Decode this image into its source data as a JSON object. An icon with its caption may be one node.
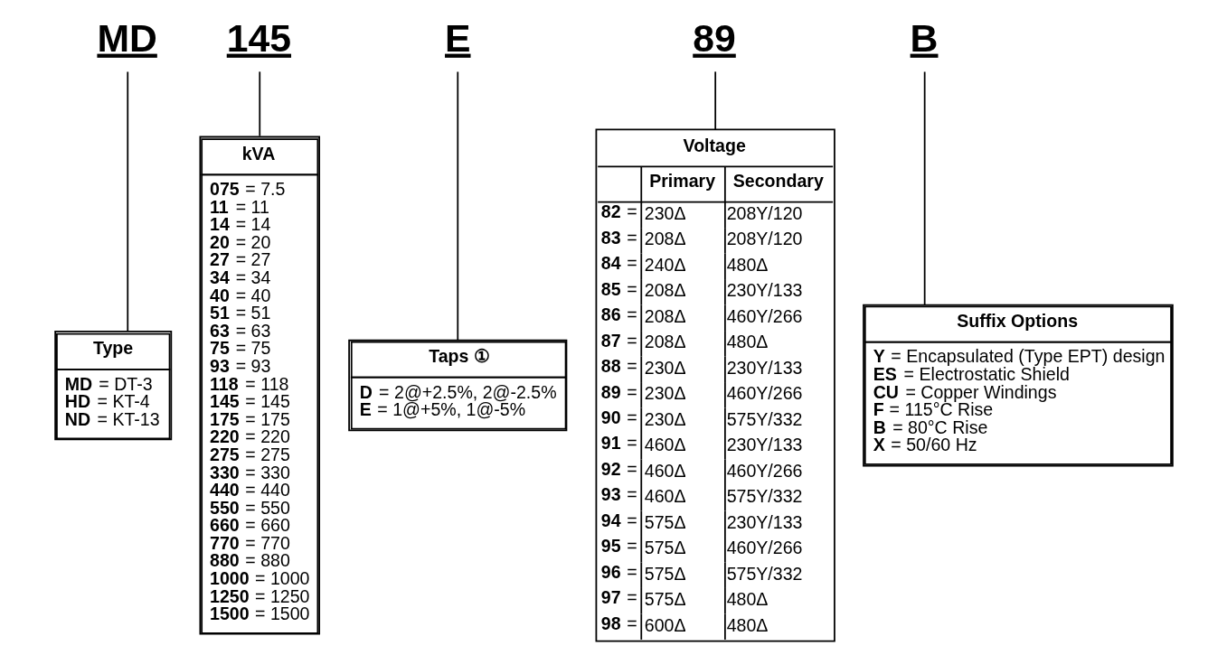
{
  "diagram": {
    "nodes": [
      {
        "text": [
          "MD"
        ]
      },
      {
        "text": [
          "145"
        ]
      },
      {
        "text": [
          "E"
        ]
      },
      {
        "text": [
          "89"
        ]
      },
      {
        "text": [
          "B"
        ]
      },
      {
        "text": [
          "Type",
          "**MD** = DT-3",
          "**HD** = KT-4",
          "**ND** = KT-13"
        ]
      },
      {
        "text": [
          "kVA",
          "**075** = 7.5",
          "**11** = 11",
          "**14** = 14",
          "**20** = 20",
          "**27** = 27",
          "**34** = 34",
          "**40** = 40",
          "**51** = 51",
          "**63** = 63",
          "**75** = 75",
          "**93** = 93",
          "**118** = 118",
          "**145** = 145",
          "**175** = 175",
          "**220** = 220",
          "**275** = 275",
          "**330** = 330",
          "**440** = 440",
          "**550** = 550",
          "**660** = 660",
          "**770** = 770",
          "**880** = 880",
          "**1000** = 1000",
          "**1250** = 1250",
          "**1500** = 1500"
        ]
      },
      {
        "text": [
          "Taps ①",
          "**D** = 2@+2.5%, 2@-2.5%",
          "**E** = 1@+5%, 1@-5%"
        ]
      },
      {
        "text": [
          "Voltage",
          "Primary",
          "Secondary",
          "**82** =",
          "230Δ",
          "208Y/120",
          "**83** =",
          "208Δ",
          "208Y/120",
          "**84** =",
          "240Δ",
          "480Δ",
          "**85** =",
          "208Δ",
          "230Y/133",
          "**86** =",
          "208Δ",
          "460Y/266",
          "**87** =",
          "208Δ",
          "480Δ",
          "**88** =",
          "230Δ",
          "230Y/133",
          "**89** =",
          "230Δ",
          "460Y/266",
          "**90** =",
          "230Δ",
          "575Y/332",
          "**91** =",
          "460Δ",
          "230Y/133",
          "**92** =",
          "460Δ",
          "460Y/266",
          "**93** =",
          "460Δ",
          "575Y/332",
          "**94** =",
          "575Δ",
          "230Y/133",
          "**95** =",
          "575Δ",
          "460Y/266",
          "**96** =",
          "575Δ",
          "575Y/332",
          "**97** =",
          "575Δ",
          "480Δ",
          "**98** =",
          "600Δ",
          "480Δ"
        ]
      },
      {
        "text": [
          "Suffix Options",
          "**Y** = Encapsulated (Type EPT) design",
          "**ES** = Electrostatic Shield",
          "**CU** = Copper Windings",
          "**F** = 115°C Rise",
          "**B** = 80°C Rise",
          "**X** = 50/60 Hz"
        ]
      }
    ],
    "edges": [
      {
        "from": 0,
        "to": 5,
        "arrow": "none"
      },
      {
        "from": 1,
        "to": 6,
        "arrow": "none"
      },
      {
        "from": 2,
        "to": 7,
        "arrow": "none"
      },
      {
        "from": 3,
        "to": 8,
        "arrow": "none"
      },
      {
        "from": 4,
        "to": 9,
        "arrow": "none"
      }
    ]
  }
}
